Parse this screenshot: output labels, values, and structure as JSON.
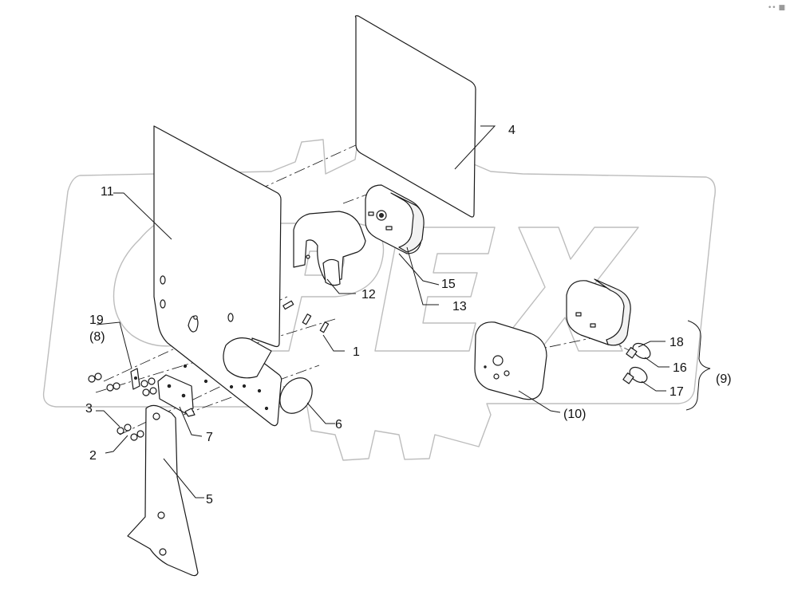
{
  "watermark": {
    "text": "OPEX"
  },
  "corner_mark": "•• ■■",
  "callouts": [
    {
      "id": "c1",
      "text": "1"
    },
    {
      "id": "c2",
      "text": "2"
    },
    {
      "id": "c3",
      "text": "3"
    },
    {
      "id": "c4",
      "text": "4"
    },
    {
      "id": "c5",
      "text": "5"
    },
    {
      "id": "c6",
      "text": "6"
    },
    {
      "id": "c7",
      "text": "7"
    },
    {
      "id": "c8",
      "text": "(8)"
    },
    {
      "id": "c9",
      "text": "(9)"
    },
    {
      "id": "c10",
      "text": "(10)"
    },
    {
      "id": "c11",
      "text": "11"
    },
    {
      "id": "c12",
      "text": "12"
    },
    {
      "id": "c13",
      "text": "13"
    },
    {
      "id": "c15",
      "text": "15"
    },
    {
      "id": "c16",
      "text": "16"
    },
    {
      "id": "c17",
      "text": "17"
    },
    {
      "id": "c18",
      "text": "18"
    },
    {
      "id": "c19",
      "text": "19"
    }
  ]
}
